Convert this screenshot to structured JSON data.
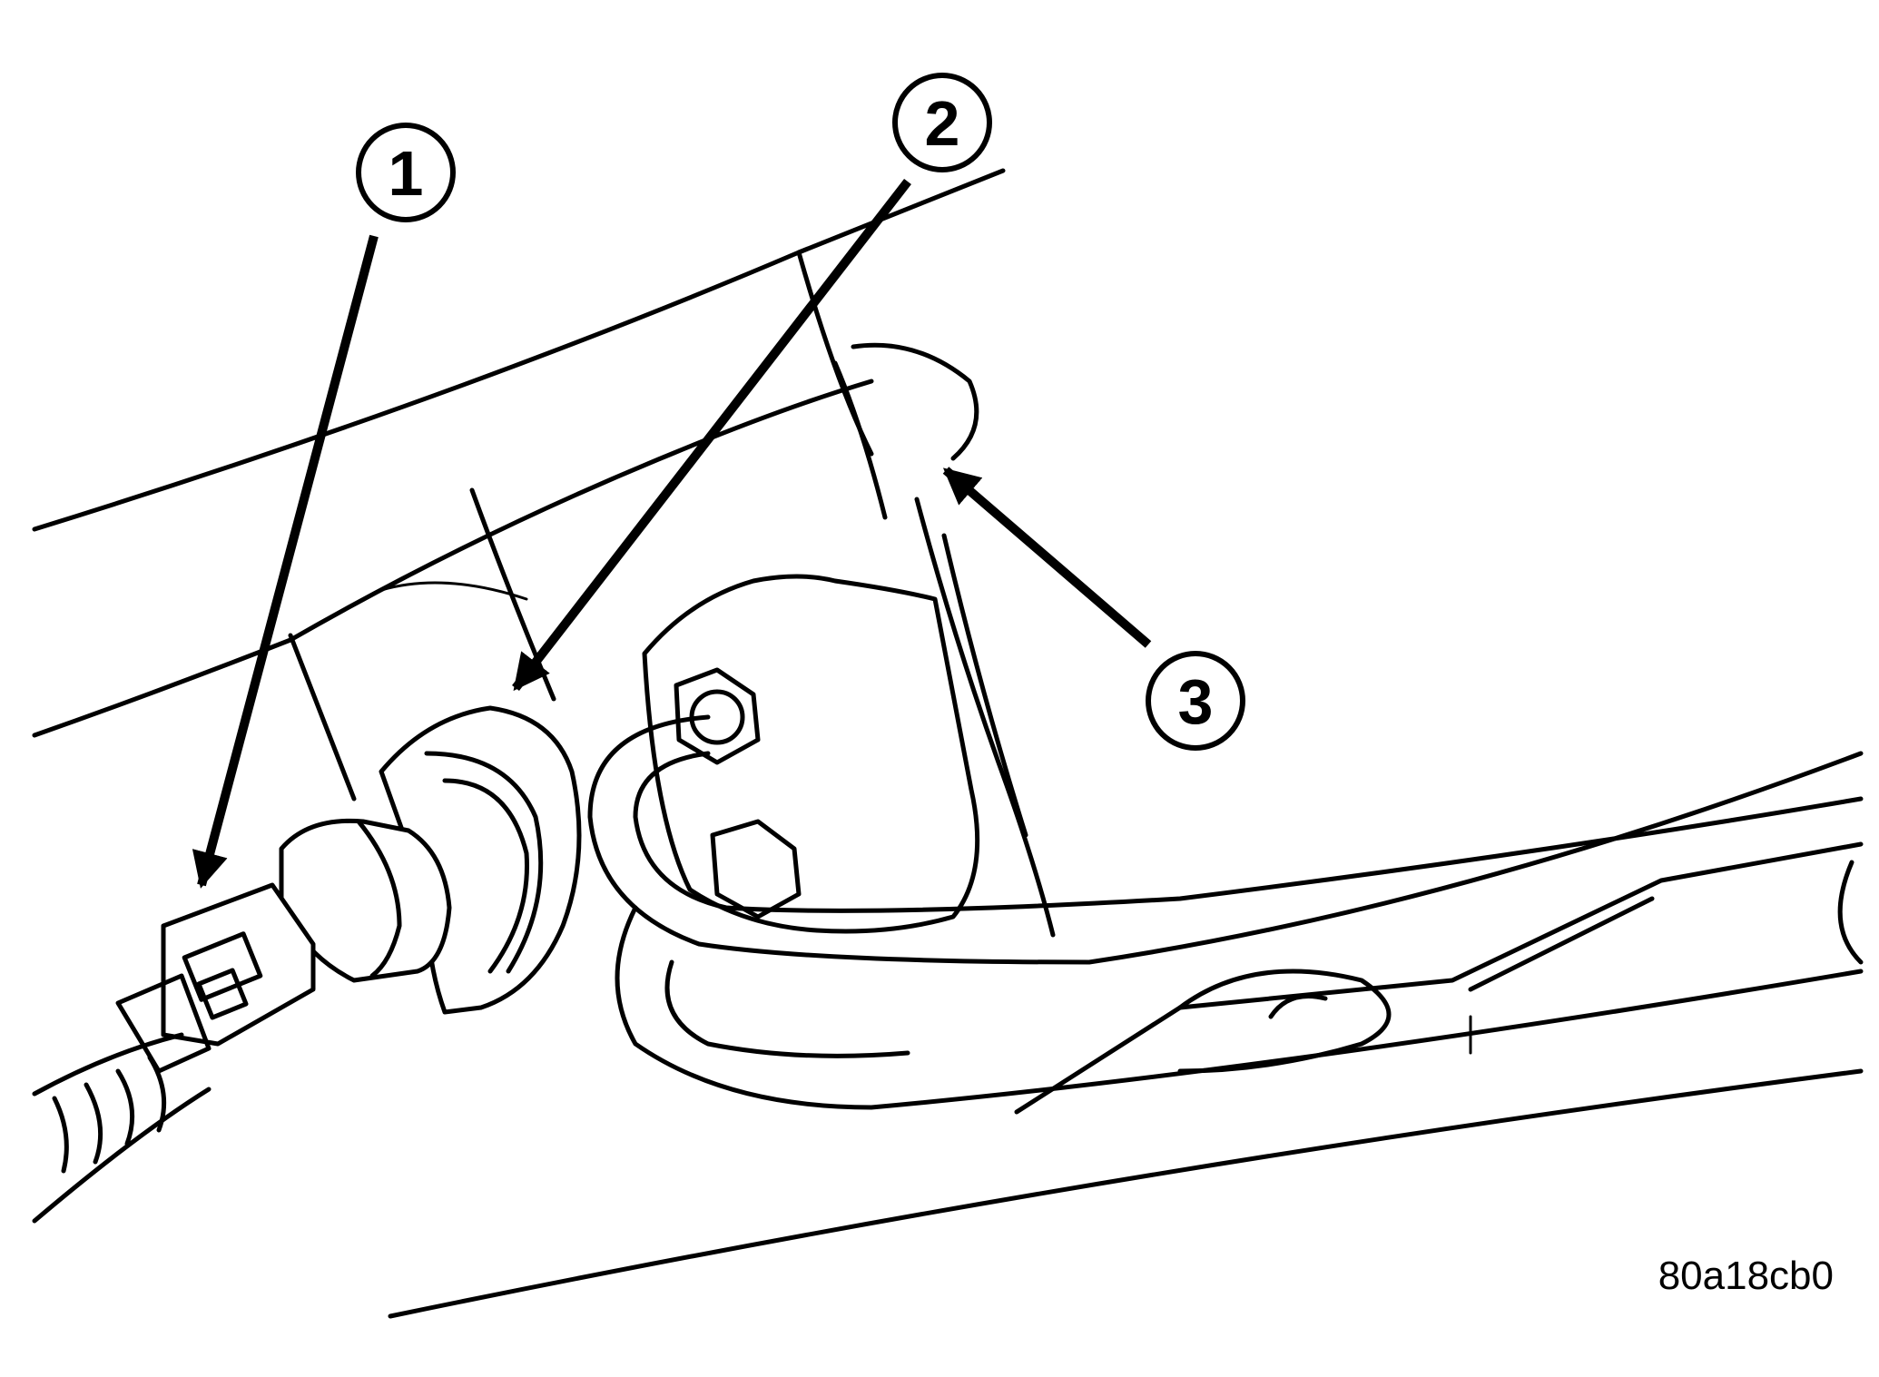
{
  "figure": {
    "id_label": "80a18cb0"
  },
  "callouts": [
    {
      "number": "1"
    },
    {
      "number": "2"
    },
    {
      "number": "3"
    }
  ]
}
